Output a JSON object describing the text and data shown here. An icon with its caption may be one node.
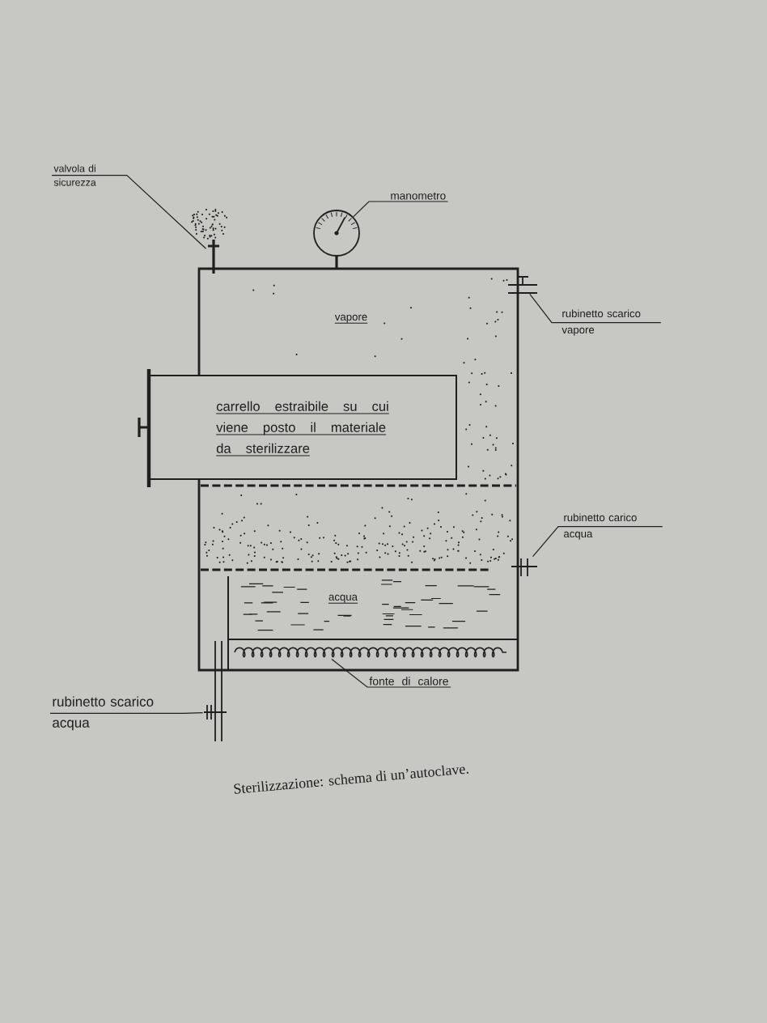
{
  "diagram": {
    "caption": "Sterilizzazione: schema di un’autoclave.",
    "nodes": [
      {
        "text": [
          "valvola di sicurezza"
        ]
      },
      {
        "text": [],
        "shape": "picture"
      },
      {
        "text": [
          "manometro"
        ]
      },
      {
        "text": [],
        "shape": "circle"
      },
      {
        "text": [
          "vapore",
          "acqua"
        ]
      },
      {
        "text": [
          "rubinetto scarico vapore"
        ]
      },
      {
        "text": [],
        "shape": "picture"
      },
      {
        "text": [
          "carrello estraibile su cui viene posto il materiale da sterilizzare"
        ]
      },
      {
        "text": [
          "rubinetto carico acqua"
        ]
      },
      {
        "text": [],
        "shape": "picture"
      },
      {
        "text": [],
        "shape": "picture",
        "in": 4
      },
      {
        "text": [
          "fonte di calore"
        ]
      },
      {
        "text": [
          "rubinetto scarico acqua"
        ]
      },
      {
        "text": [],
        "shape": "picture"
      }
    ],
    "edges": [
      {
        "from": 0,
        "to": 1,
        "arrow": "none"
      },
      {
        "from": 2,
        "to": 3,
        "arrow": "none"
      },
      {
        "from": 5,
        "to": 6,
        "arrow": "none"
      },
      {
        "from": 8,
        "to": 9,
        "arrow": "none"
      },
      {
        "from": 11,
        "to": 10,
        "arrow": "none"
      },
      {
        "from": 12,
        "to": 13,
        "arrow": "none"
      }
    ]
  }
}
